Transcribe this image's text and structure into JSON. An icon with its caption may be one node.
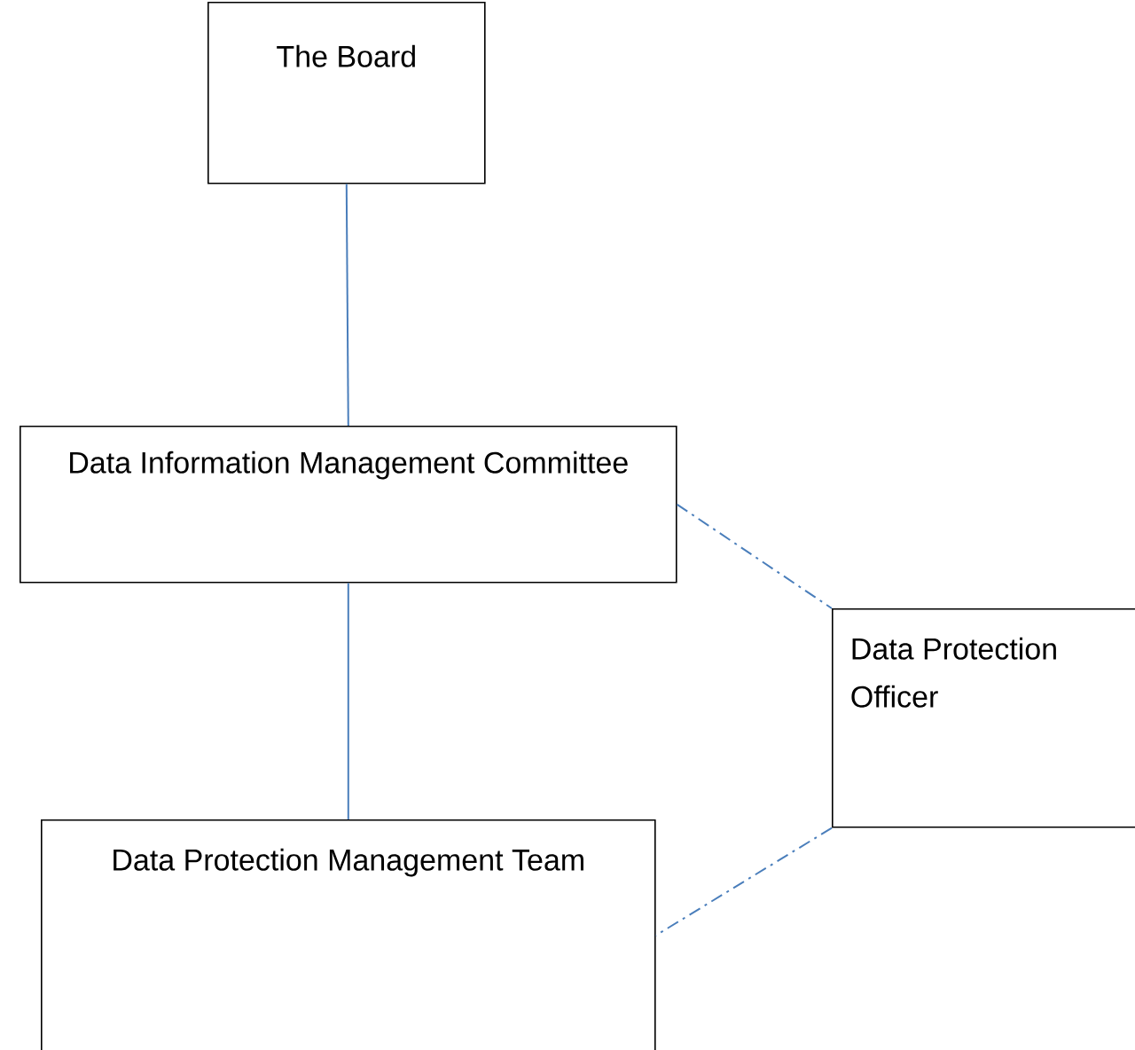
{
  "diagram": {
    "nodes": [
      {
        "text": [
          "The Board"
        ]
      },
      {
        "text": [
          "Data Information Management Committee"
        ]
      },
      {
        "text": [
          "Data Protection Officer"
        ]
      },
      {
        "text": [
          "Data Protection Management Team"
        ]
      }
    ],
    "edges": [
      {
        "from": 0,
        "to": 1,
        "arrow": "none"
      },
      {
        "from": 1,
        "to": 3,
        "arrow": "none"
      },
      {
        "from": 1,
        "to": 2,
        "arrow": "none",
        "style": "dashed"
      },
      {
        "from": 2,
        "to": 3,
        "arrow": "none",
        "style": "dashed"
      }
    ]
  }
}
